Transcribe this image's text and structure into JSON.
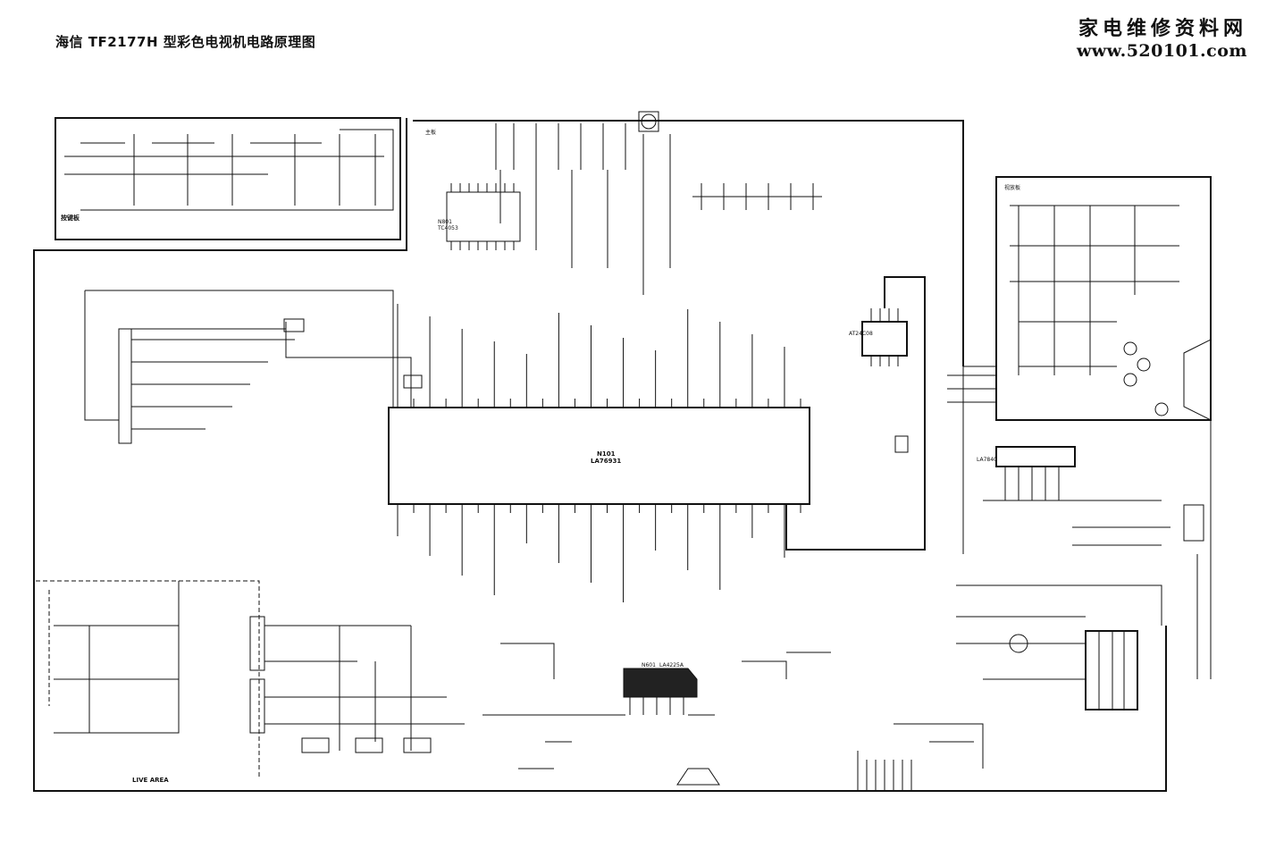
{
  "title": "海信 TF2177H 型彩色电视机电路原理图",
  "watermark": {
    "site_name": "家电维修资料网",
    "site_url": "www.520101.com"
  },
  "labels": {
    "key_board": "按键板",
    "main_board": "主板",
    "video_board": "视放板",
    "live_area": "LIVE AREA",
    "main_ic": "N101",
    "main_ic_part": "LA76931",
    "eeprom_part": "AT24C08",
    "vertical_ic_part": "LA7840",
    "audio_ic_ref": "N601",
    "audio_ic_part": "LA4225A",
    "decoder_ref": "N801",
    "decoder_part": "TC4053"
  },
  "colors": {
    "ink": "#111111",
    "paper": "#ffffff"
  }
}
